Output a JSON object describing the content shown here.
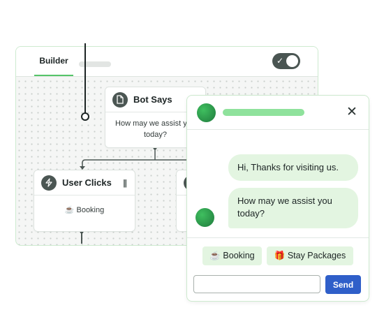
{
  "builder": {
    "tab_label": "Builder",
    "toggle": {
      "state": "on",
      "icon": "check-icon"
    }
  },
  "nodes": {
    "bot_says": {
      "title": "Bot Says",
      "icon": "document-icon",
      "message": "How may we assist you today?"
    },
    "user_clicks": {
      "title": "User Clicks",
      "icon": "lightning-icon",
      "handle_icon": "drag-handle-icon",
      "option": "☕ Booking"
    }
  },
  "chat": {
    "close_icon": "close-icon",
    "messages": [
      "Hi, Thanks for visiting us.",
      "How may we assist you today?"
    ],
    "quick_replies": [
      "☕ Booking",
      "🎁 Stay Packages"
    ],
    "input": {
      "value": "",
      "placeholder": ""
    },
    "send_label": "Send"
  },
  "colors": {
    "accent_green": "#55c469",
    "bubble_bg": "#e3f5e1",
    "send_blue": "#2f5fc9",
    "node_icon_bg": "#4b5653"
  }
}
